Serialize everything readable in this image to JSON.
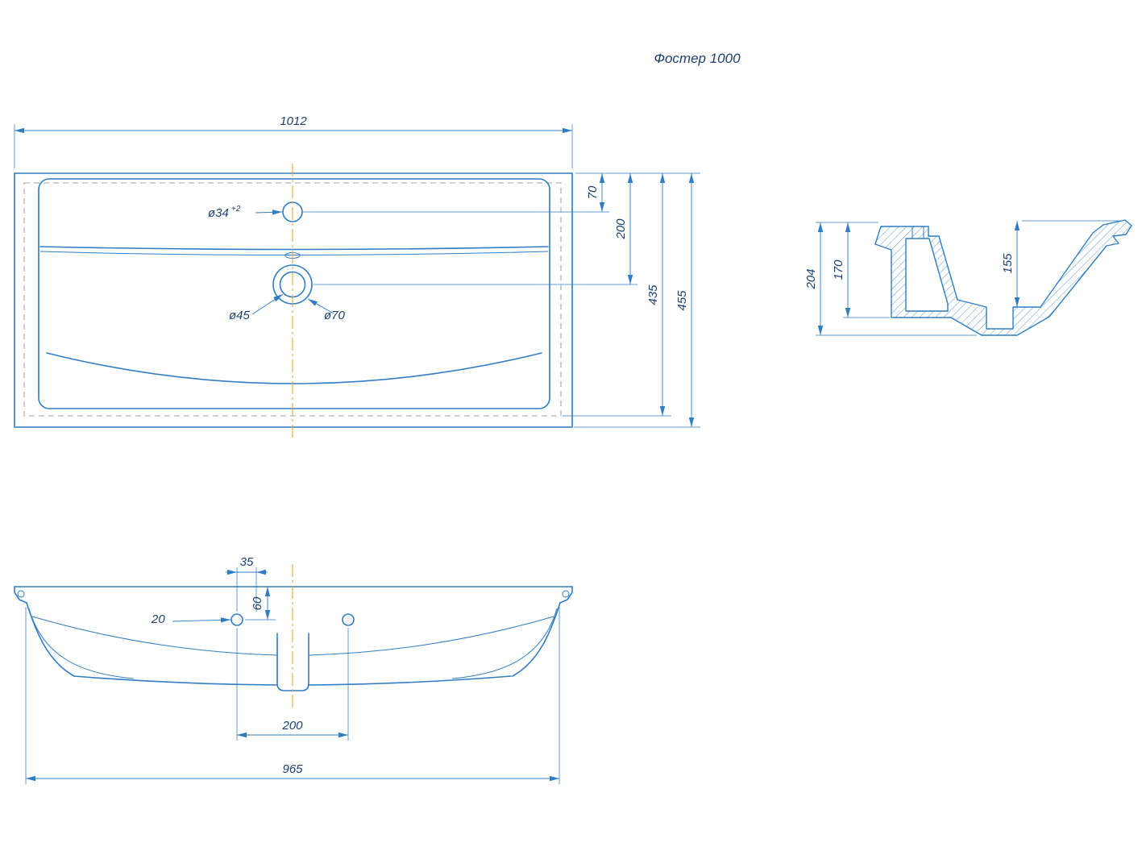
{
  "title": "Фостер 1000",
  "colors": {
    "line_blue": "#2f7dc4",
    "text_navy": "#1c3f6e",
    "centerline_orange": "#e6a43c",
    "hidden_dashed_gray": "#93a2b0"
  },
  "top_view": {
    "dim_width": "1012",
    "dim_faucet_offset": "70",
    "dim_drain_offset": "200",
    "dim_inner_depth": "435",
    "dim_depth": "455",
    "label_faucet_hole": "ø34",
    "label_faucet_tolerance": "+2",
    "label_drain_inner": "ø45",
    "label_drain_outer": "ø70"
  },
  "side_view": {
    "dim_height_total": "204",
    "dim_height_body": "170",
    "dim_bowl_depth": "155"
  },
  "front_view": {
    "dim_hole_offset": "35",
    "dim_hole_drop": "60",
    "label_hole_diameter": "20",
    "dim_holes_spacing": "200",
    "dim_body_width": "965"
  }
}
